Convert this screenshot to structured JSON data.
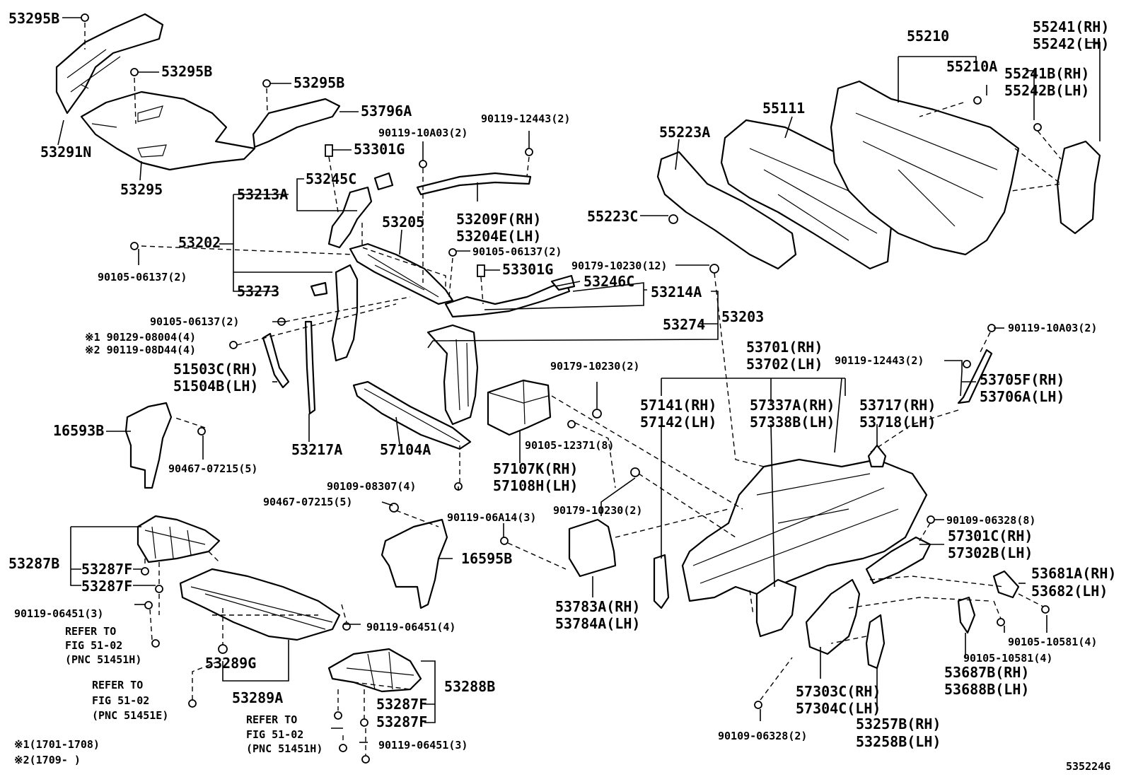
{
  "labels": {
    "p53295b_a": "53295B",
    "p53295b_b": "53295B",
    "p53295b_c": "53295B",
    "p53291n": "53291N",
    "p53295": "53295",
    "p53796a": "53796A",
    "p53301g_a": "53301G",
    "p53301g_b": "53301G",
    "f90119_10a03_2_a": "90119-10A03(2)",
    "f90119_12443_2_a": "90119-12443(2)",
    "p53245c": "53245C",
    "p53213a": "53213A",
    "p53205": "53205",
    "p53202": "53202",
    "p53209f": "53209F(RH)",
    "p53204e": "53204E(LH)",
    "f90105_06137_2_a": "90105-06137(2)",
    "f90105_06137_2_b": "90105-06137(2)",
    "f90105_06137_2_c": "90105-06137(2)",
    "f90179_10230_12": "90179-10230(12)",
    "p53246c": "53246C",
    "p53214a": "53214A",
    "p53273": "53273",
    "p53203": "53203",
    "p53274": "53274",
    "n1_code": "※1 90129-08004(4)",
    "n2_code": "※2 90119-08D44(4)",
    "p51503c": "51503C(RH)",
    "p51504b": "51504B(LH)",
    "p16593b": "16593B",
    "f90467_07215_5_a": "90467-07215(5)",
    "p53217a": "53217A",
    "p57104a": "57104A",
    "f90109_08307_4": "90109-08307(4)",
    "f90467_07215_5_b": "90467-07215(5)",
    "f90119_06a14_3": "90119-06A14(3)",
    "p16595b": "16595B",
    "f90179_10230_2_a": "90179-10230(2)",
    "f90105_12371_8": "90105-12371(8)",
    "p57107k": "57107K(RH)",
    "p57108h": "57108H(LH)",
    "f90179_10230_2_b": "90179-10230(2)",
    "p53783a": "53783A(RH)",
    "p53784a": "53784A(LH)",
    "p55210": "55210",
    "p55210a": "55210A",
    "p55241": "55241(RH)",
    "p55242": "55242(LH)",
    "p55241b": "55241B(RH)",
    "p55242b": "55242B(LH)",
    "p55111": "55111",
    "p55223a": "55223A",
    "p55223c": "55223C",
    "p53701": "53701(RH)",
    "p53702": "53702(LH)",
    "f90119_10a03_2_b": "90119-10A03(2)",
    "f90119_12443_2_b": "90119-12443(2)",
    "p53705f": "53705F(RH)",
    "p53706a": "53706A(LH)",
    "p57141": "57141(RH)",
    "p57142": "57142(LH)",
    "p57337a": "57337A(RH)",
    "p57338b": "57338B(LH)",
    "p53717": "53717(RH)",
    "p53718": "53718(LH)",
    "f90109_06328_8": "90109-06328(8)",
    "p57301c": "57301C(RH)",
    "p57302b": "57302B(LH)",
    "p53681a": "53681A(RH)",
    "p53682": "53682(LH)",
    "f90105_10581_4_a": "90105-10581(4)",
    "f90105_10581_4_b": "90105-10581(4)",
    "p53687b": "53687B(RH)",
    "p53688b": "53688B(LH)",
    "p57303c": "57303C(RH)",
    "p57304c": "57304C(LH)",
    "f90109_06328_2": "90109-06328(2)",
    "p53257b": "53257B(RH)",
    "p53258b": "53258B(LH)",
    "p53287b": "53287B",
    "p53287f_a": "53287F",
    "p53287f_b": "53287F",
    "p53287f_c": "53287F",
    "p53287f_d": "53287F",
    "f90119_06451_3_a": "90119-06451(3)",
    "f90119_06451_3_b": "90119-06451(3)",
    "f90119_06451_4": "90119-06451(4)",
    "refer_a_1": "REFER TO",
    "refer_a_2": "FIG 51-02",
    "refer_a_3": "(PNC 51451H)",
    "refer_b_1": "REFER TO",
    "refer_b_2": "FIG 51-02",
    "refer_b_3": "(PNC 51451E)",
    "refer_c_1": "REFER TO",
    "refer_c_2": "FIG 51-02",
    "refer_c_3": "(PNC 51451H)",
    "p53289g": "53289G",
    "p53289a": "53289A",
    "p53288b": "53288B",
    "note1": "※1(1701-1708)",
    "note2": "※2(1709-      )",
    "diagram_id": "535224G"
  }
}
